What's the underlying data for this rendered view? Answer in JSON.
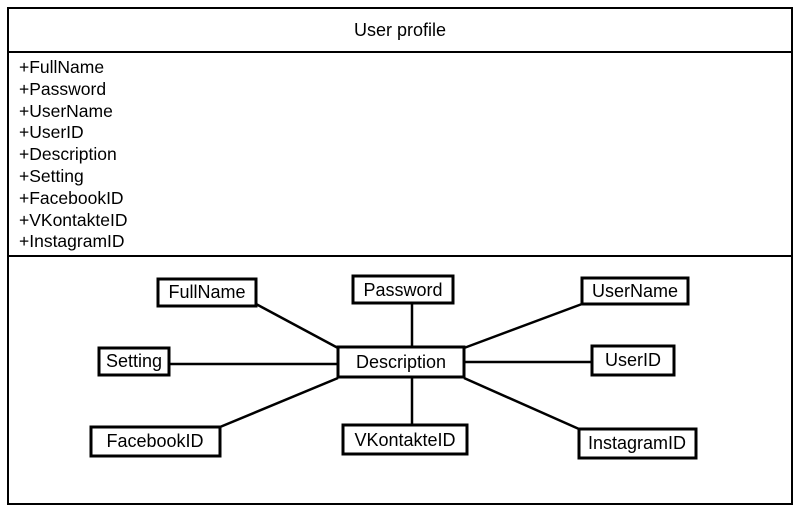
{
  "class": {
    "title": "User profile",
    "attributes": [
      "+FullName",
      "+Password",
      "+UserName",
      "+UserID",
      "+Description",
      "+Setting",
      "+FacebookID",
      "+VKontakteID",
      "+InstagramID"
    ]
  },
  "diagram": {
    "center": "Description",
    "nodes": {
      "fullname": "FullName",
      "password": "Password",
      "username": "UserName",
      "setting": "Setting",
      "description": "Description",
      "userid": "UserID",
      "facebookid": "FacebookID",
      "vkontakteid": "VKontakteID",
      "instagramid": "InstagramID"
    },
    "edges": [
      [
        "description",
        "fullname"
      ],
      [
        "description",
        "password"
      ],
      [
        "description",
        "username"
      ],
      [
        "description",
        "setting"
      ],
      [
        "description",
        "userid"
      ],
      [
        "description",
        "facebookid"
      ],
      [
        "description",
        "vkontakteid"
      ],
      [
        "description",
        "instagramid"
      ]
    ]
  }
}
